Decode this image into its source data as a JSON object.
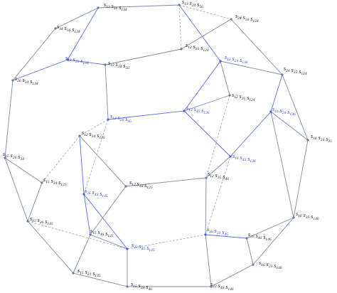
{
  "diagram": {
    "colors": {
      "black_label": "#222222",
      "blue_label": "#3344cc",
      "edge": "#7d8aa8",
      "blue_edge": "#5a6ee8"
    },
    "vertices": [
      {
        "id": "v1",
        "label": "s13 s56 s134",
        "color": "black"
      },
      {
        "id": "v2",
        "label": "s13 s24 s56",
        "color": "black"
      },
      {
        "id": "v3",
        "label": "s24 s56 s124",
        "color": "black"
      },
      {
        "id": "v4",
        "label": "s34 s56 s134",
        "color": "black"
      },
      {
        "id": "v5",
        "label": "s13 s26 s134",
        "color": "blue"
      },
      {
        "id": "v6",
        "label": "s12 s34 s56",
        "color": "black"
      },
      {
        "id": "v7",
        "label": "s12 s56 s124",
        "color": "black"
      },
      {
        "id": "v8",
        "label": "s13 s24 s136",
        "color": "blue"
      },
      {
        "id": "v9",
        "label": "s26 s34 s134",
        "color": "black"
      },
      {
        "id": "v10",
        "label": "s24 s35 s124",
        "color": "black"
      },
      {
        "id": "v11",
        "label": "s12 s35 s124",
        "color": "black"
      },
      {
        "id": "v12",
        "label": "s16 s24 s136",
        "color": "blue"
      },
      {
        "id": "v13",
        "label": "s13 s26 s45",
        "color": "blue"
      },
      {
        "id": "v14",
        "label": "s13 s45 s136",
        "color": "blue"
      },
      {
        "id": "v15",
        "label": "s16 s24 s35",
        "color": "black"
      },
      {
        "id": "v16",
        "label": "s12 s34 s125",
        "color": "black"
      },
      {
        "id": "v17",
        "label": "s15 s26 s34",
        "color": "black"
      },
      {
        "id": "v18",
        "label": "s16 s45 s136",
        "color": "blue"
      },
      {
        "id": "v19",
        "label": "s12 s35 s46",
        "color": "black"
      },
      {
        "id": "v20",
        "label": "s15 s34 s125",
        "color": "black"
      },
      {
        "id": "v21",
        "label": "s12 s46 s125",
        "color": "black"
      },
      {
        "id": "v22",
        "label": "s26 s45 s145",
        "color": "blue"
      },
      {
        "id": "v23",
        "label": "s16 s35 s146",
        "color": "black"
      },
      {
        "id": "v24",
        "label": "s15 s26 s145",
        "color": "black"
      },
      {
        "id": "v25",
        "label": "s15 s46 s125",
        "color": "black"
      },
      {
        "id": "v26",
        "label": "s16 s23 s45",
        "color": "blue"
      },
      {
        "id": "v27",
        "label": "s35 s46 s146",
        "color": "black"
      },
      {
        "id": "v28",
        "label": "s23 s45 s145",
        "color": "blue"
      },
      {
        "id": "v29",
        "label": "s16 s23 s146",
        "color": "black"
      },
      {
        "id": "v30",
        "label": "s15 s23 s145",
        "color": "black"
      },
      {
        "id": "v31",
        "label": "s15 s23 s46",
        "color": "black"
      },
      {
        "id": "v32",
        "label": "s23 s46 s146",
        "color": "black"
      }
    ]
  }
}
